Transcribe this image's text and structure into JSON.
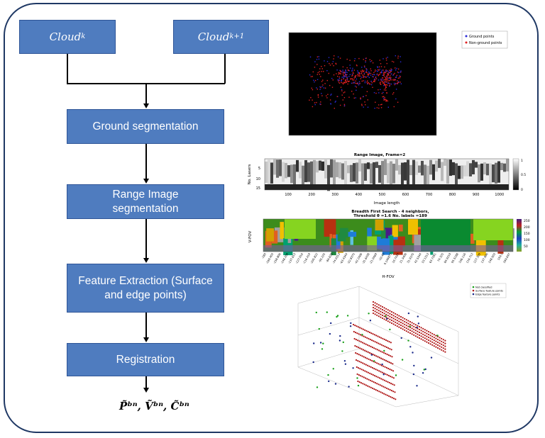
{
  "diagram": {
    "inputs": [
      {
        "label": "Cloud",
        "sub": "k"
      },
      {
        "label": "Cloud",
        "sub": "k+1"
      }
    ],
    "steps": [
      {
        "label": "Ground segmentation"
      },
      {
        "label": "Range Image segmentation"
      },
      {
        "label": "Feature Extraction (Surface and edge points)"
      },
      {
        "label": "Registration"
      }
    ],
    "output": "P̃ᵇⁿ, Ṽᵇⁿ, C̃ᵇⁿ"
  },
  "panel_ground": {
    "legend": [
      "Ground points",
      "Non-ground points"
    ],
    "colors": {
      "ground": "#2b2bd8",
      "nonground": "#e02020",
      "bg": "#000000"
    }
  },
  "panel_range": {
    "title": "Range Image, Frame=2",
    "ylabel": "No. Lasers",
    "xlabel": "Image length",
    "yticks": [
      "5",
      "10",
      "15"
    ],
    "xticks": [
      "100",
      "200",
      "300",
      "400",
      "500",
      "600",
      "700",
      "800",
      "900",
      "1000"
    ],
    "colorbar": [
      "1",
      "0.5",
      "0"
    ]
  },
  "panel_bfs": {
    "title_line1": "Breadth First Search - 4 neighbors,",
    "title_line2": "Threshold θ =1.6 No. labels =189",
    "ylabel": "V-FOV",
    "xlabel": "H-FOV",
    "xticks": [
      "-180",
      "-169.403",
      "-158.806",
      "-148.209",
      "-137.613",
      "-127.016",
      "-116.419",
      "-105.822",
      "-95.225",
      "-84.628",
      "-74.0313",
      "-63.4344",
      "-52.8375",
      "-42.2406",
      "-31.6438",
      "-21.0469",
      "-10.45",
      "0.146875",
      "10.7437",
      "21.3406",
      "31.9375",
      "42.5344",
      "53.1313",
      "63.7281",
      "74.325",
      "84.9219",
      "95.5188",
      "106.116",
      "116.713",
      "127.309",
      "137.906",
      "148.503",
      "159.1",
      "169.697"
    ],
    "colorbar": [
      "250",
      "200",
      "150",
      "100",
      "50"
    ]
  },
  "panel_features": {
    "legend": [
      "Not classified",
      "Surface feature points",
      "Edge feature points"
    ],
    "colors": {
      "surface": "#b01818",
      "edge": "#1a2a8a",
      "unclassified": "#18a018"
    }
  }
}
